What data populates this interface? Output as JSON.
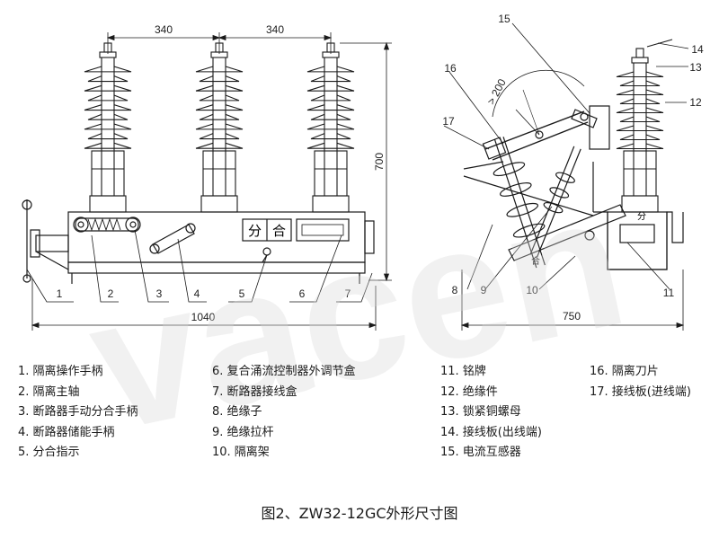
{
  "dimensions": {
    "top_left": "340",
    "top_right": "340",
    "height": "700",
    "width_front": "1040",
    "width_side": "750",
    "clearance": "> 200"
  },
  "panel_text": {
    "open_close_1": "分",
    "open_close_2": "合",
    "blade_mark_1": "合",
    "blade_mark_2": "分"
  },
  "callouts_front": [
    "1",
    "2",
    "3",
    "4",
    "5",
    "6",
    "7"
  ],
  "callouts_side": [
    "8",
    "9",
    "10",
    "11",
    "12",
    "13",
    "14",
    "15",
    "16",
    "17"
  ],
  "legend": {
    "col1": [
      "1. 隔离操作手柄",
      "2. 隔离主轴",
      "3. 断路器手动分合手柄",
      "4. 断路器储能手柄",
      "5. 分合指示"
    ],
    "col2": [
      "6. 复合涌流控制器外调节盒",
      "7. 断路器接线盒",
      "8. 绝缘子",
      "9. 绝缘拉杆",
      "10. 隔离架"
    ],
    "col3": [
      "11. 铭牌",
      "12. 绝缘件",
      "13. 锁紧铜螺母",
      "14. 接线板(出线端)",
      "15. 电流互感器"
    ],
    "col4": [
      "16. 隔离刀片",
      "17. 接线板(进线端)"
    ]
  },
  "caption": "图2、ZW32-12GC外形尺寸图",
  "watermark": "vacen",
  "colors": {
    "line": "#1a1a1a",
    "watermark": "#d8d8d8",
    "background": "#ffffff"
  }
}
